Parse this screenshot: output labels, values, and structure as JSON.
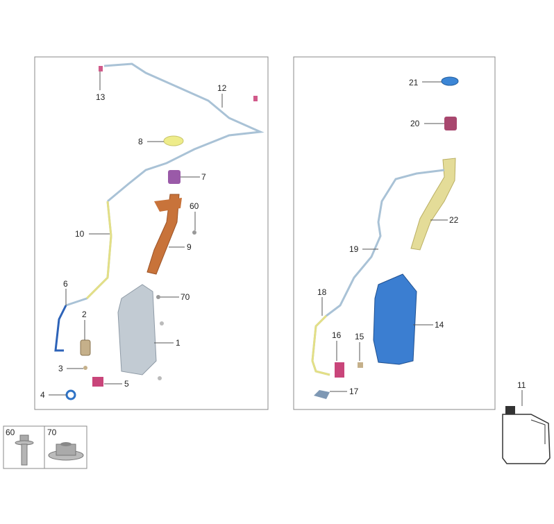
{
  "left_panel": {
    "labels": {
      "p13": "13",
      "p12": "12",
      "p8": "8",
      "p7": "7",
      "p60": "60",
      "p10": "10",
      "p9": "9",
      "p6": "6",
      "p70": "70",
      "p2": "2",
      "p1": "1",
      "p3": "3",
      "p5": "5",
      "p4": "4"
    }
  },
  "right_panel": {
    "labels": {
      "p21": "21",
      "p20": "20",
      "p22": "22",
      "p19": "19",
      "p18": "18",
      "p14": "14",
      "p16": "16",
      "p15": "15",
      "p17": "17"
    }
  },
  "standalone": {
    "p11": "11"
  },
  "fastener_legend": {
    "bolt": "60",
    "nut": "70"
  },
  "colors": {
    "hose": "#9fb8cc",
    "orange": "#c8733a",
    "yellow": "#e7e48a",
    "purple": "#9b5ea5",
    "blue": "#2f73c6",
    "grey": "#b9c3cc",
    "pink": "#c9457a"
  }
}
